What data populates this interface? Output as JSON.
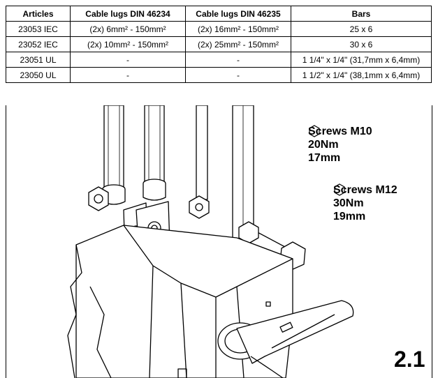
{
  "table": {
    "headers": [
      "Articles",
      "Cable lugs DIN 46234",
      "Cable lugs DIN 46235",
      "Bars"
    ],
    "rows": [
      [
        "23053 IEC",
        "(2x) 6mm² - 150mm²",
        "(2x) 16mm² - 150mm²",
        "25 x 6"
      ],
      [
        "23052 IEC",
        "(2x) 10mm² - 150mm²",
        "(2x) 25mm² - 150mm²",
        "30 x 6"
      ],
      [
        "23051 UL",
        "-",
        "-",
        "1 1/4\" x 1/4\" (31,7mm x 6,4mm)"
      ],
      [
        "23050 UL",
        "-",
        "-",
        "1 1/2\" x 1/4\" (38,1mm x 6,4mm)"
      ]
    ]
  },
  "annotations": {
    "m10": {
      "title": "Screws M10",
      "torque": "20Nm",
      "wrench": "17mm"
    },
    "m12": {
      "title": "Screws M12",
      "torque": "30Nm",
      "wrench": "19mm"
    }
  },
  "figure_number": "2.1"
}
